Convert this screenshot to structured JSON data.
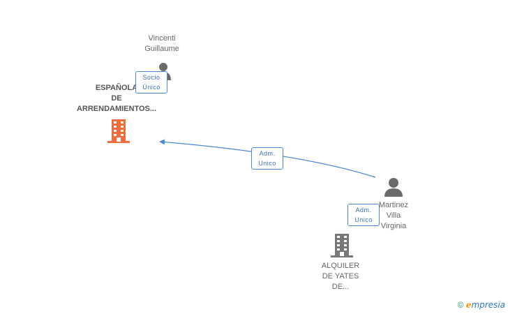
{
  "nodes": {
    "person_vincenti": {
      "label_line1": "Vincenti",
      "label_line2": "Guillaume"
    },
    "company_espanola": {
      "label_line1": "ESPAÑOLA",
      "label_line2": "DE",
      "label_line3": "ARRENDAMIENTOS...",
      "color": "#f26b3a"
    },
    "person_martinez": {
      "label_line1": "Martinez",
      "label_line2": "Villa",
      "label_line3": "Virginia"
    },
    "company_alquiler": {
      "label_line1": "ALQUILER",
      "label_line2": "DE YATES",
      "label_line3": "DE...",
      "color": "#777777"
    }
  },
  "edges": {
    "socio_unico": {
      "line1": "Socio",
      "line2": "Único"
    },
    "adm_unico_main": {
      "line1": "Adm.",
      "line2": "Unico"
    },
    "adm_unico_second": {
      "line1": "Adm.",
      "line2": "Unico"
    }
  },
  "colors": {
    "edge": "#4a86d8",
    "person_icon": "#6b6b6b"
  },
  "watermark": {
    "copyright": "©",
    "brand_first": "e",
    "brand_rest": "mpresia"
  }
}
